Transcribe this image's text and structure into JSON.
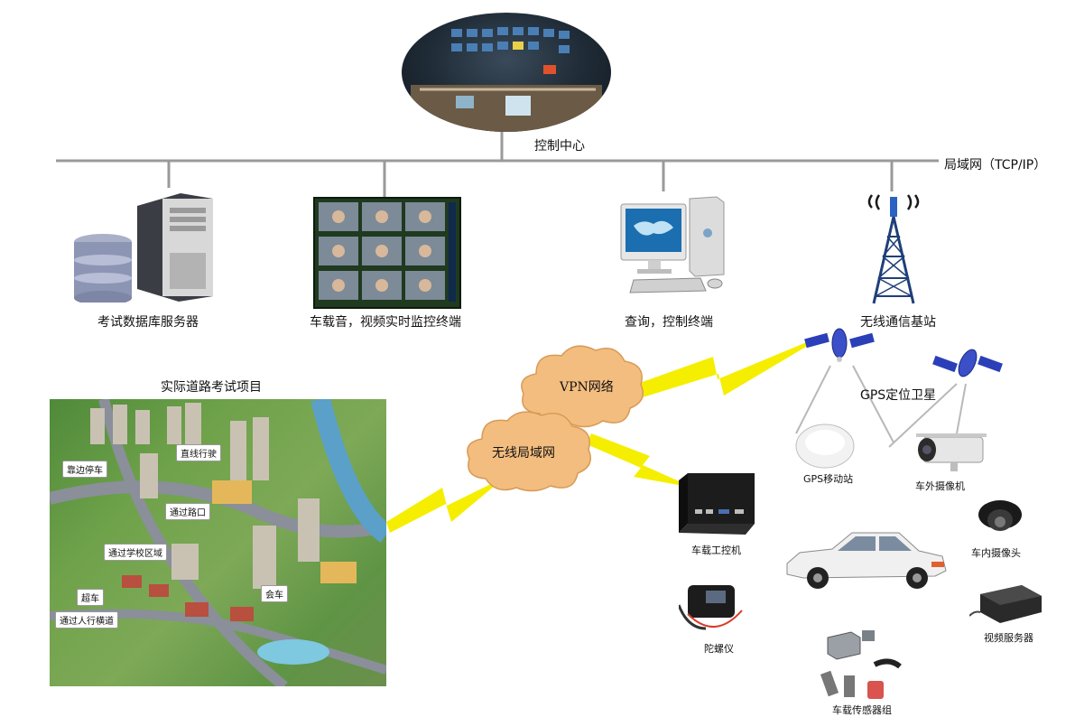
{
  "control_center": {
    "label": "控制中心"
  },
  "lan": {
    "label": "局域网（TCP/IP）"
  },
  "top_nodes": {
    "db_server": "考试数据库服务器",
    "video_terminal": "车载音，视频实时监控终端",
    "query_terminal": "查询，控制终端",
    "base_station": "无线通信基站"
  },
  "clouds": {
    "vpn": "VPN网络",
    "wlan": "无线局域网"
  },
  "gps": {
    "label": "GPS定位卫星"
  },
  "road_test": {
    "title": "实际道路考试项目",
    "tags": [
      "靠边停车",
      "直线行驶",
      "通过路口",
      "通过学校区域",
      "超车",
      "会车",
      "通过人行横道"
    ]
  },
  "vehicle_devices": {
    "gps_station": "GPS移动站",
    "outside_camera": "车外摄像机",
    "computer": "车载工控机",
    "inside_camera": "车内摄像头",
    "gyroscope": "陀螺仪",
    "video_server": "视频服务器",
    "sensors": "车载传感器组"
  },
  "colors": {
    "bolt": "#f5ee00",
    "cloud": "#f3bd7f",
    "line": "#9a9a9a"
  }
}
